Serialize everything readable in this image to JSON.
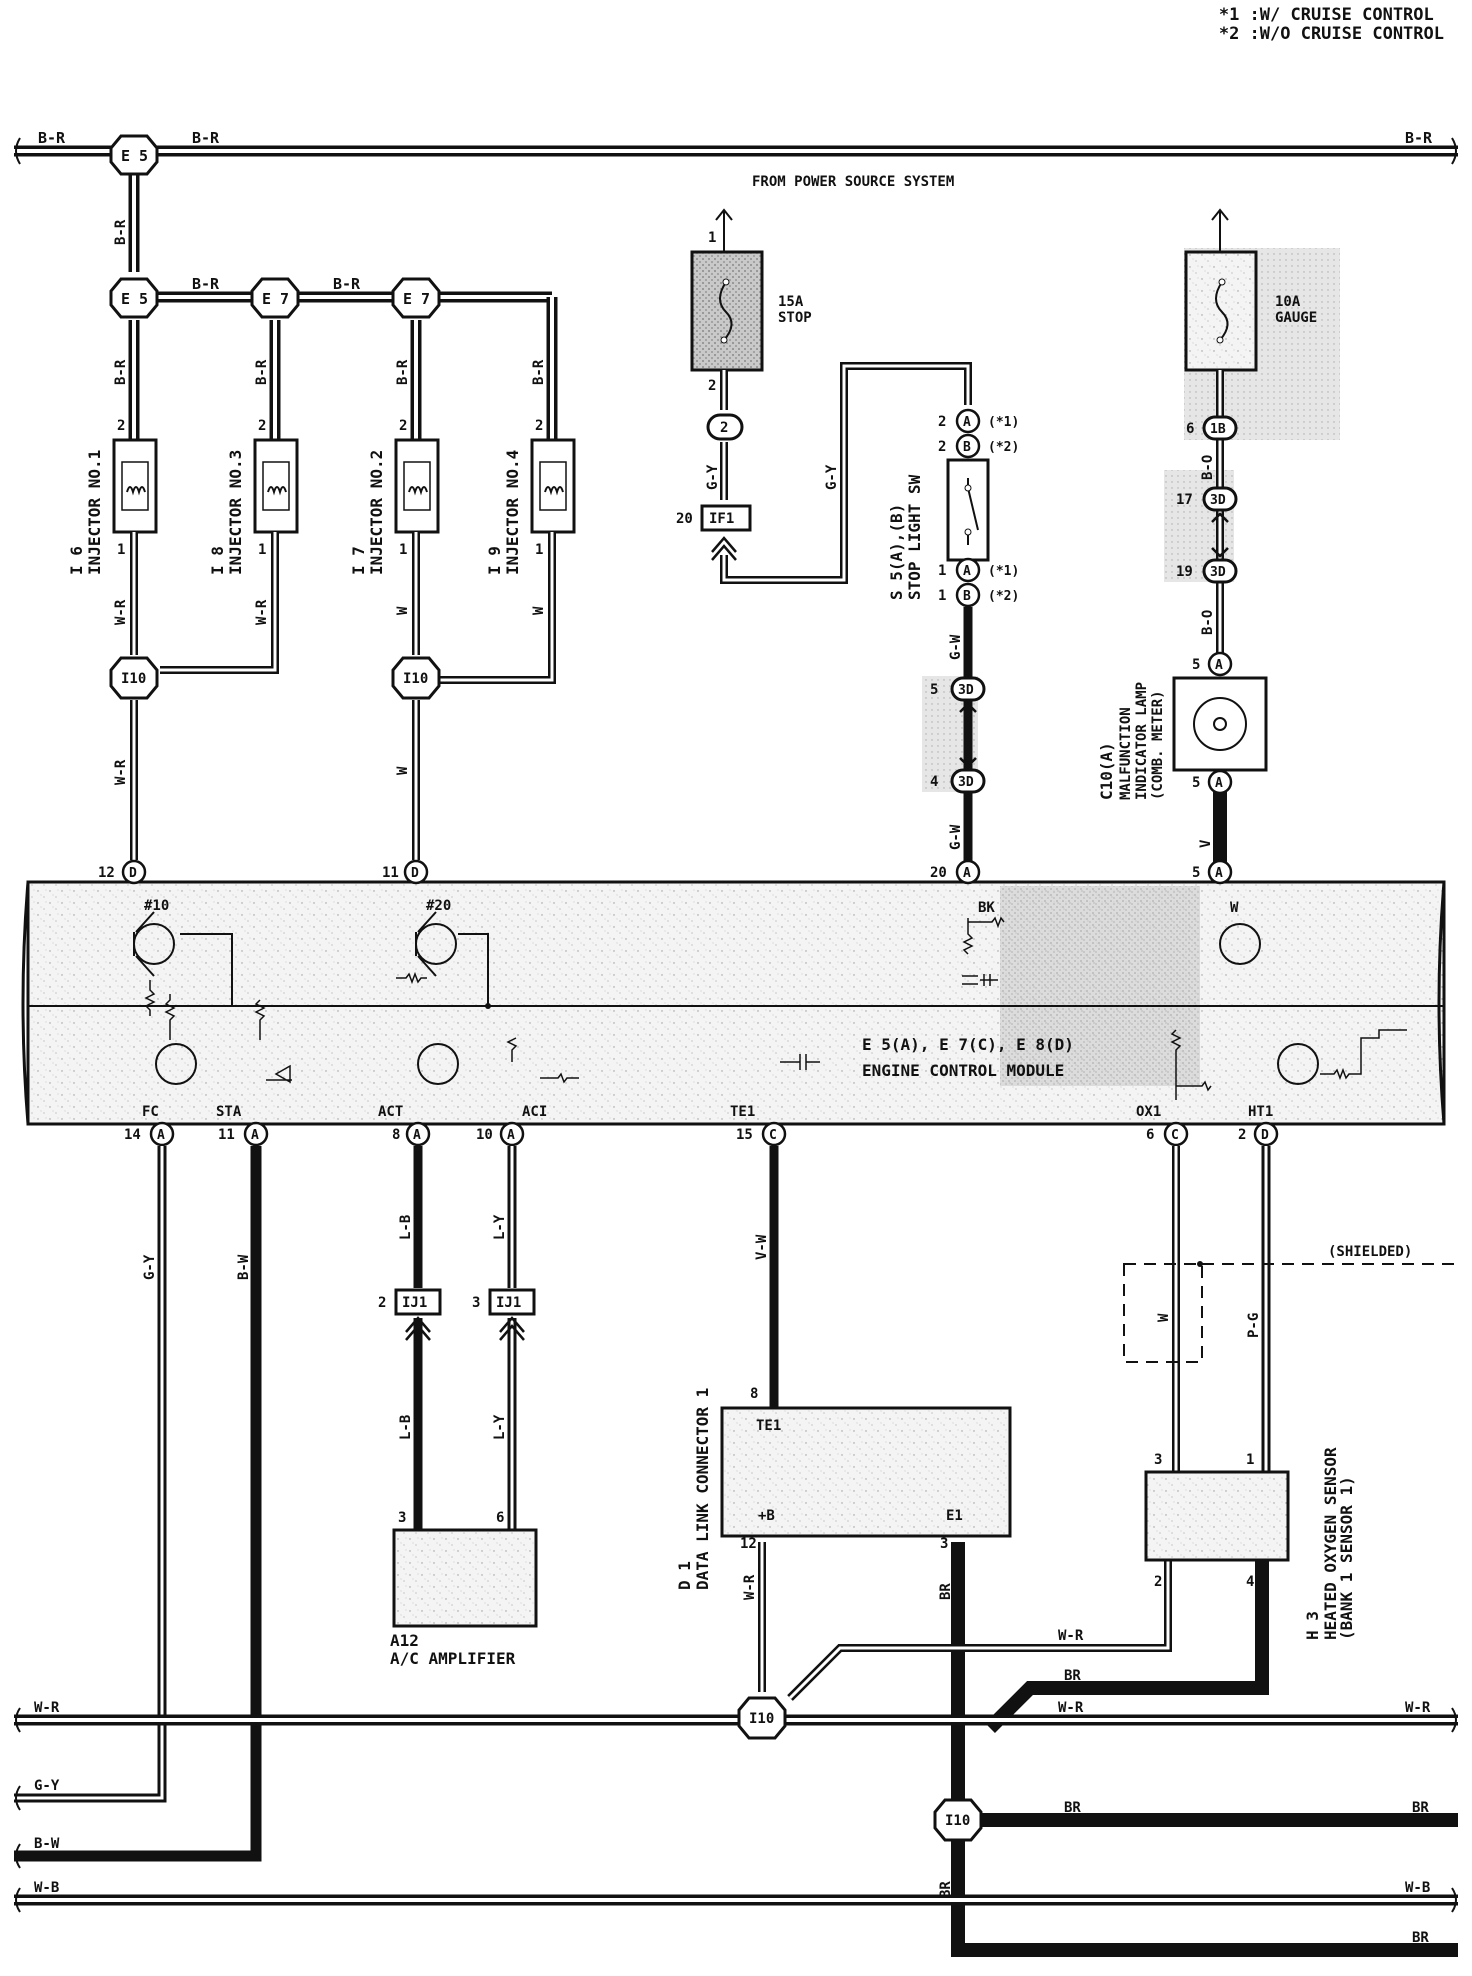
{
  "legend": {
    "note1": "*1 :W/ CRUISE CONTROL",
    "note2": "*2 :W/O CRUISE CONTROL"
  },
  "power_source_label": "FROM POWER SOURCE SYSTEM",
  "connectors": {
    "e5_top": "E 5",
    "e5_mid": "E 5",
    "e7_a": "E 7",
    "e7_b": "E 7",
    "i10_a": "I10",
    "i10_b": "I10",
    "i10_c": "I10",
    "i10_d": "I10",
    "if1": "IF1",
    "ij1_a": "IJ1",
    "ij1_b": "IJ1"
  },
  "wires": {
    "top_left": "B-R",
    "top_mid": "B-R",
    "top_right": "B-R",
    "vert_br": "B-R",
    "e5_e7": "B-R",
    "e7_e7": "B-R",
    "inj1": "B-R",
    "inj3": "B-R",
    "inj2": "B-R",
    "inj4": "B-R",
    "inj1_out": "W-R",
    "inj3_out": "W-R",
    "inj2_out": "W",
    "inj4_out": "W",
    "i10a_ecm": "W-R",
    "i10b_ecm": "W",
    "stop_gy1": "G-Y",
    "stop_gy2": "G-Y",
    "stop_gw1": "G-W",
    "stop_gw2": "G-W",
    "gauge_bo1": "B-O",
    "gauge_bo2": "B-O",
    "mil_v": "V",
    "fc": "G-Y",
    "sta": "B-W",
    "act1": "L-B",
    "act2": "L-B",
    "aci1": "L-Y",
    "aci2": "L-Y",
    "te1": "V-W",
    "dlc_wr": "W-R",
    "dlc_br": "BR",
    "ox1": "W",
    "ht1": "P-G",
    "shielded": "(SHIELDED)",
    "h3_wr": "W-R",
    "bus_wr_mid": "W-R",
    "bus_br_a": "BR",
    "bus_br_b": "BR",
    "bus_br_c": "BR",
    "bottom_br_vert": "BR",
    "bus_wr_left": "W-R",
    "bus_wr_right": "W-R",
    "bus_gy": "G-Y",
    "bus_bw": "B-W",
    "bus_wb_left": "W-B",
    "bus_wb_right": "W-B",
    "bus_br_right1": "BR",
    "bus_br_right2": "BR"
  },
  "fuses": {
    "stop_rating": "15A",
    "stop_name": "STOP",
    "gauge_rating": "10A",
    "gauge_name": "GAUGE"
  },
  "components": {
    "i6_id": "I 6",
    "i6_name": "INJECTOR NO.1",
    "i8_id": "I 8",
    "i8_name": "INJECTOR NO.3",
    "i7_id": "I 7",
    "i7_name": "INJECTOR NO.2",
    "i9_id": "I 9",
    "i9_name": "INJECTOR NO.4",
    "s5_name": "S 5(A),(B)",
    "s5_name2": "STOP LIGHT SW",
    "c10_id": "C10(A)",
    "c10_l1": "MALFUNCTION",
    "c10_l2": "INDICATOR LAMP",
    "c10_l3": "(COMB. METER)",
    "ecm_ids": "E 5(A), E 7(C), E 8(D)",
    "ecm_name": "ENGINE CONTROL MODULE",
    "a12_id": "A12",
    "a12_name": "A/C AMPLIFIER",
    "d1_id": "D 1",
    "d1_name": "DATA LINK CONNECTOR 1",
    "h3_id": "H 3",
    "h3_name": "HEATED OXYGEN SENSOR",
    "h3_sub": "(BANK 1 SENSOR 1)"
  },
  "ecm_pins": {
    "p10": "#10",
    "p20": "#20",
    "bk": "BK",
    "w": "W",
    "fc": "FC",
    "sta": "STA",
    "act": "ACT",
    "aci": "ACI",
    "te1": "TE1",
    "ox1": "OX1",
    "ht1": "HT1"
  },
  "pin_numbers": {
    "inj1_top": "2",
    "inj1_bot": "1",
    "inj3_top": "2",
    "inj3_bot": "1",
    "inj2_top": "2",
    "inj2_bot": "1",
    "inj4_top": "2",
    "inj4_bot": "1",
    "ecm_12": "12",
    "ecm_11": "11",
    "ecm_20": "20",
    "ecm_5": "5",
    "stop_1": "1",
    "stop_2": "2",
    "if1_20": "20",
    "sw_2a": "2",
    "sw_2b": "2",
    "sw_1a": "1",
    "sw_1b": "1",
    "sw_note1a": "(*1)",
    "sw_note2a": "(*2)",
    "sw_note1b": "(*1)",
    "sw_note2b": "(*2)",
    "j3d_5": "5",
    "j3d_4": "4",
    "g_6": "6",
    "g_17": "17",
    "g_19": "19",
    "mil_5a": "5",
    "mil_5b": "5",
    "b14": "14",
    "b11": "11",
    "b8": "8",
    "b10": "10",
    "b15": "15",
    "b6": "6",
    "b2": "2",
    "ij1_2": "2",
    "ij1_3": "3",
    "a12_3": "3",
    "a12_6": "6",
    "dlc_8": "8",
    "dlc_12": "12",
    "dlc_3": "3",
    "h3_3": "3",
    "h3_1": "1",
    "h3_2": "2",
    "h3_4": "4"
  },
  "circle_letters": {
    "d1": "D",
    "d2": "D",
    "a20": "A",
    "a5": "A",
    "a14": "A",
    "a11": "A",
    "a8": "A",
    "a10": "A",
    "c15": "C",
    "c6": "C",
    "d2b": "D",
    "sw2a": "A",
    "sw2b": "B",
    "sw1a": "A",
    "sw1b": "B",
    "stop2": "2",
    "j3d5": "3D",
    "j3d4": "3D",
    "g1b": "1B",
    "g3d17": "3D",
    "g3d19": "3D",
    "mil5a": "A",
    "mil5b": "A"
  },
  "dlc_pins": {
    "te1": "TE1",
    "plus_b": "+B",
    "e1": "E1"
  }
}
